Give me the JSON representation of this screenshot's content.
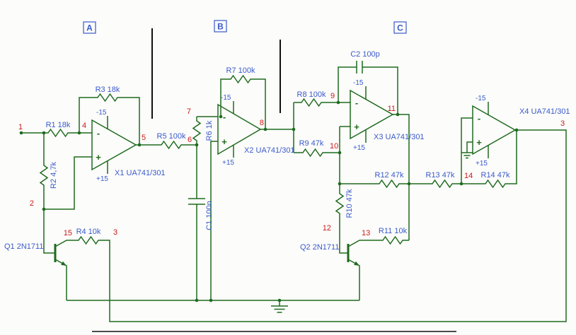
{
  "sections": {
    "a": "A",
    "b": "B",
    "c": "C"
  },
  "nodes": {
    "n1": "1",
    "n2": "2",
    "n3": "3",
    "n4": "4",
    "n5": "5",
    "n6": "6",
    "n7": "7",
    "n8": "8",
    "n9": "9",
    "n10": "10",
    "n11": "11",
    "n12": "12",
    "n13": "13",
    "n14": "14",
    "n15": "15"
  },
  "components": {
    "r1": "R1 18k",
    "r2": "R2 4,7k",
    "r3": "R3 18k",
    "r4": "R4 10k",
    "r5": "R5 100k",
    "r6": "R6 1k",
    "r7": "R7 100k",
    "r8": "R8 100k",
    "r9": "R9 47k",
    "r10": "R10 47k",
    "r11": "R11 10k",
    "r12": "R12 47k",
    "r13": "R13 47k",
    "r14": "R14 47k",
    "c1": "C1 100n",
    "c2": "C2 100p",
    "q1": "Q1 2N1711",
    "q2": "Q2 2N1711",
    "x1": "X1 UA741/301",
    "x2": "X2 UA741/301",
    "x3": "X3 UA741/301",
    "x4": "X4 UA741/301"
  },
  "supply": {
    "neg": "-15",
    "pos": "+15"
  },
  "marks": {
    "inv": "-",
    "noninv": "+"
  },
  "colors": {
    "wire": "#1e6b1e",
    "label": "#3a5acd",
    "node": "#cc1a1a",
    "divider": "#111111",
    "bg": "#fcfcfa"
  }
}
